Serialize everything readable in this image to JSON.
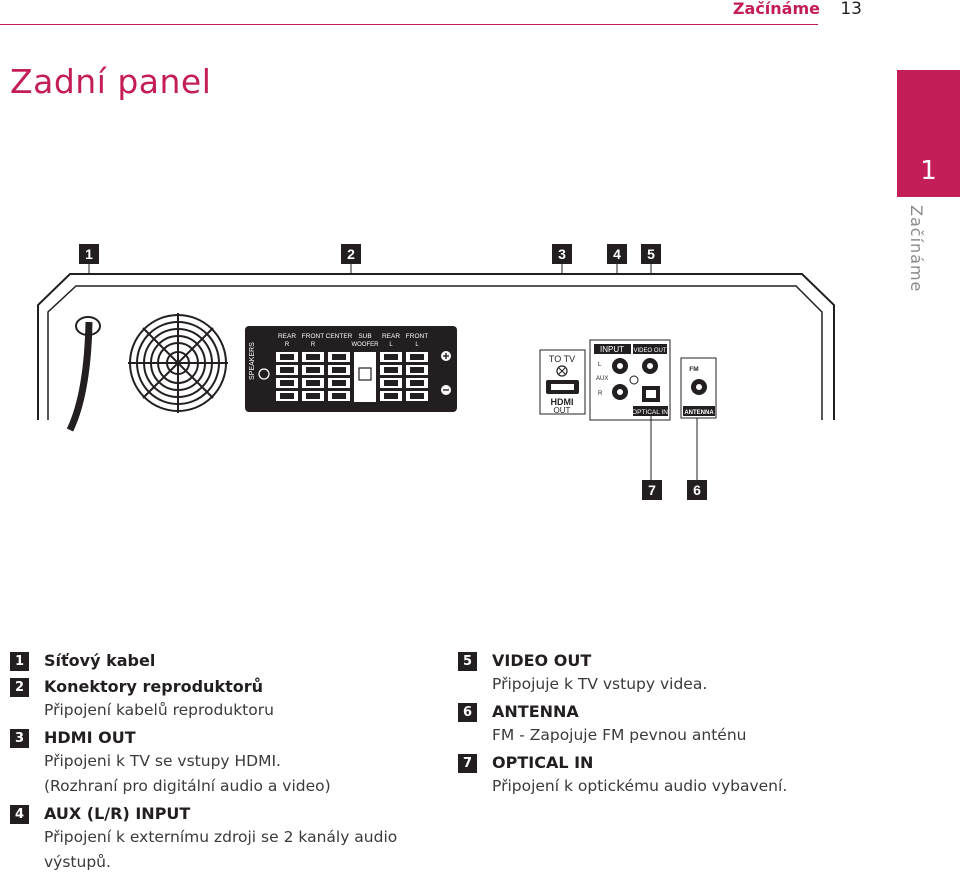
{
  "header": {
    "section": "Začínáme",
    "page_number": "13"
  },
  "title": "Zadní panel",
  "side_tab": {
    "number": "1",
    "label": "Začínáme"
  },
  "callouts_top": [
    "1",
    "2",
    "3",
    "4",
    "5"
  ],
  "callouts_bottom": [
    "7",
    "6"
  ],
  "panel": {
    "speakers_label": "SPEAKERS",
    "terminal_labels": [
      [
        "REAR",
        "R"
      ],
      [
        "FRONT",
        "R"
      ],
      [
        "CENTER",
        ""
      ],
      [
        "SUB",
        "WOOFER"
      ],
      [
        "REAR",
        "L"
      ],
      [
        "FRONT",
        "L"
      ]
    ],
    "to_tv": "TO TV",
    "hdmi": "HDMI",
    "out": "OUT",
    "input": "INPUT",
    "video_out": "VIDEO OUT",
    "aux": "AUX",
    "l": "L",
    "r": "R",
    "optical_in": "OPTICAL IN",
    "fm": "FM",
    "antenna": "ANTENNA"
  },
  "legend_left": [
    {
      "num": "1",
      "title": "Síťový kabel",
      "desc": ""
    },
    {
      "num": "2",
      "title": "Konektory reproduktorů",
      "desc": "Připojení kabelů reproduktoru"
    },
    {
      "num": "3",
      "title": "HDMI OUT",
      "desc": "Připojeni k TV se vstupy HDMI.",
      "desc2": "(Rozhraní pro digitální audio a video)"
    },
    {
      "num": "4",
      "title": "AUX (L/R) INPUT",
      "desc": "Připojení k externímu zdroji se 2 kanály audio",
      "desc2": "výstupů."
    }
  ],
  "legend_right": [
    {
      "num": "5",
      "title": "VIDEO OUT",
      "desc": "Připojuje k TV vstupy videa."
    },
    {
      "num": "6",
      "title": "ANTENNA",
      "desc": "FM - Zapojuje FM pevnou anténu"
    },
    {
      "num": "7",
      "title": "OPTICAL IN",
      "desc": "Připojení k optickému audio vybavení."
    }
  ]
}
